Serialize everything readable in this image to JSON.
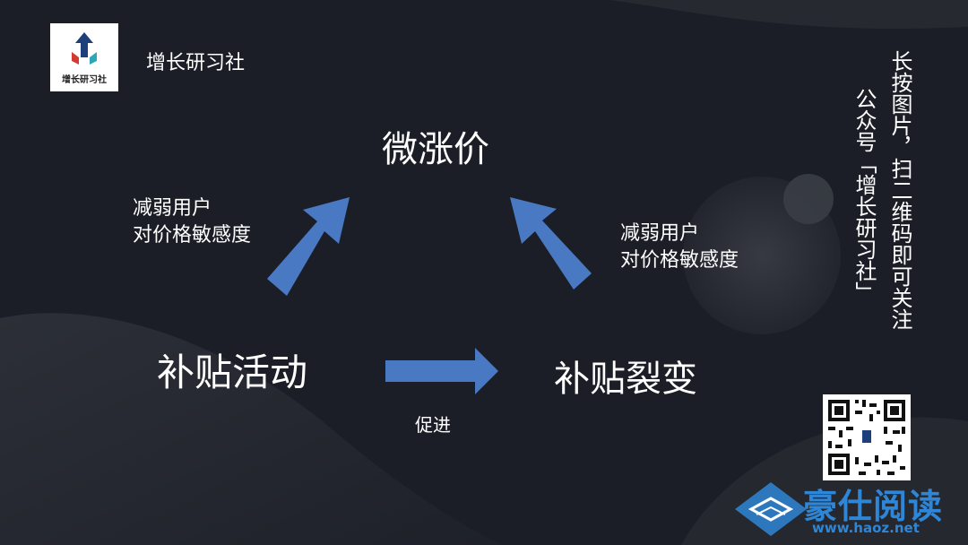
{
  "brand": {
    "name": "增长研习社",
    "logo_text": "增长研习社"
  },
  "diagram": {
    "top_node": "微涨价",
    "left_node": "补贴活动",
    "right_node": "补贴裂变",
    "left_note": [
      "减弱用户",
      "对价格敏感度"
    ],
    "right_note": [
      "减弱用户",
      "对价格敏感度"
    ],
    "bottom_label": "促进"
  },
  "side_text": {
    "line1": "长按图片，扫二维码即可关注",
    "line2": "公众号「增长研习社」"
  },
  "watermark": {
    "title": "豪仕阅读",
    "url": "www.haoz.net"
  },
  "colors": {
    "arrow": "#4a79c3",
    "background": "#1b1e26",
    "watermark": "#2f86d6"
  }
}
